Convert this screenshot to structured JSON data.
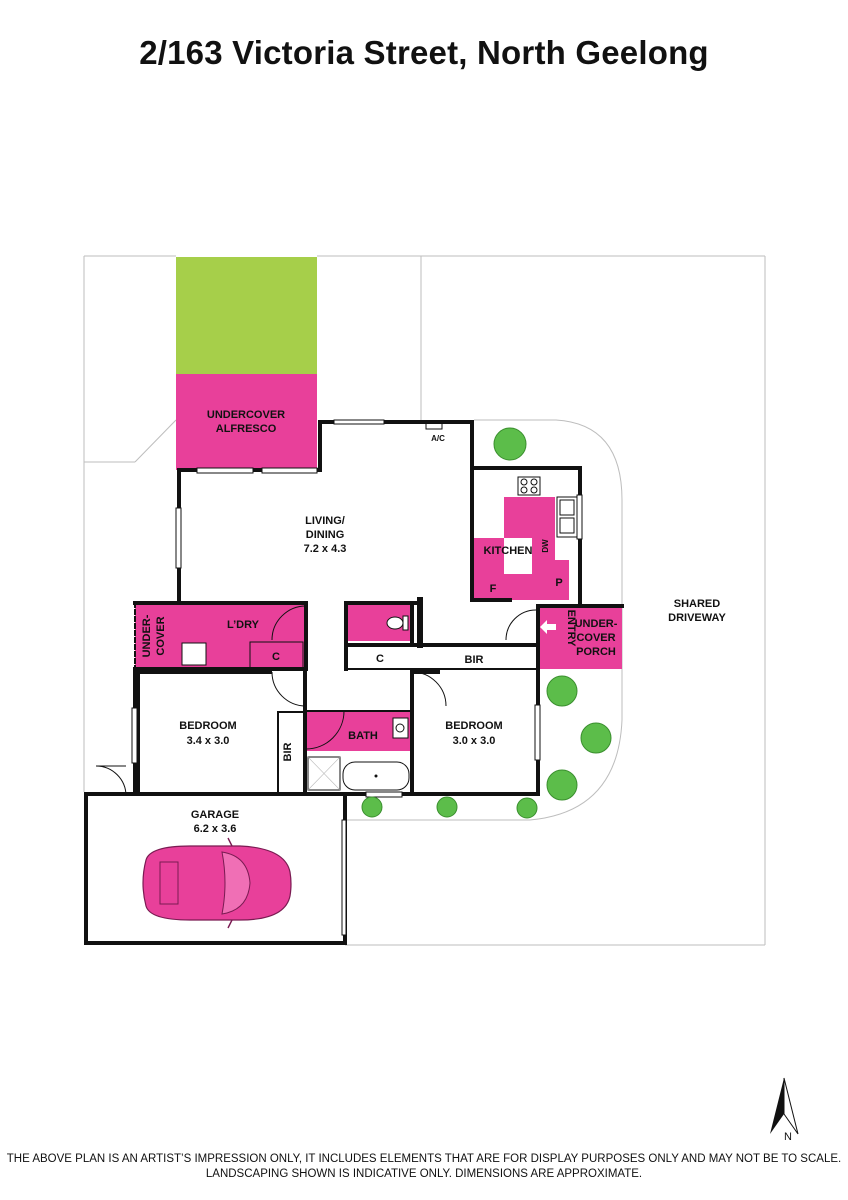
{
  "title": "2/163 Victoria Street, North Geelong",
  "rooms": {
    "alfresco": {
      "line1": "UNDERCOVER",
      "line2": "ALFRESCO"
    },
    "living": {
      "line1": "LIVING/",
      "line2": "DINING",
      "dims": "7.2 x 4.3"
    },
    "ac": "A/C",
    "kitchen": "KITCHEN",
    "dw": "DW",
    "fridge": "F",
    "pantry": "P",
    "laundry": "L’DRY",
    "laundry_cupboard": "C",
    "undercover_side": {
      "line1": "UNDER-",
      "line2": "COVER"
    },
    "hall_cupboard": "C",
    "bir_main": "BIR",
    "entry": "ENTRY",
    "porch": {
      "line1": "UNDER-",
      "line2": "COVER",
      "line3": "PORCH"
    },
    "bedroom1": {
      "name": "BEDROOM",
      "dims": "3.4 x 3.0"
    },
    "bir_small": "BIR",
    "bath": "BATH",
    "bedroom2": {
      "name": "BEDROOM",
      "dims": "3.0 x 3.0"
    },
    "garage": {
      "name": "GARAGE",
      "dims": "6.2 x 3.6"
    },
    "driveway": {
      "line1": "SHARED",
      "line2": "DRIVEWAY"
    }
  },
  "compass_label": "N",
  "disclaimer": {
    "line1": "THE ABOVE PLAN IS AN ARTIST’S IMPRESSION ONLY, IT INCLUDES ELEMENTS THAT ARE FOR DISPLAY PURPOSES ONLY AND MAY NOT BE TO SCALE.",
    "line2": "LANDSCAPING SHOWN IS INDICATIVE ONLY. DIMENSIONS ARE APPROXIMATE."
  },
  "colors": {
    "room_fill": "#e8409a",
    "lawn": "#a6cf4a",
    "wall": "#111111",
    "shrub": "#5cbd4a"
  }
}
